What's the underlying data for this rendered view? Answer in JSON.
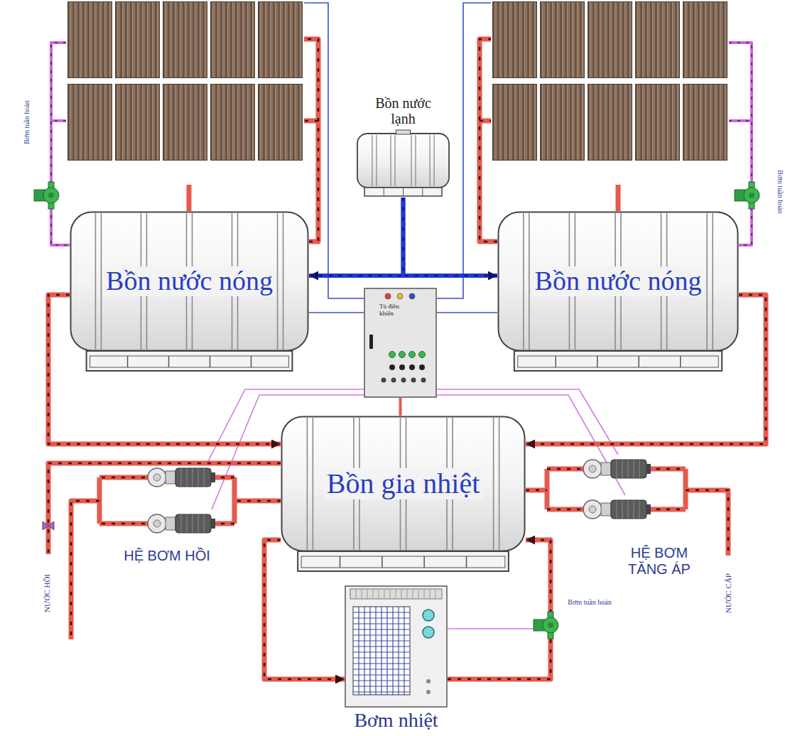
{
  "diagram": {
    "nodes": [
      {
        "text": [
          "Bồn nước lạnh"
        ]
      },
      {
        "text": [
          "Bồn nước nóng"
        ]
      },
      {
        "text": [
          "Tủ điều khiển"
        ]
      },
      {
        "text": [
          "Bồn nước nóng"
        ]
      },
      {
        "text": [
          "Bồn gia nhiệt"
        ]
      },
      {
        "text": [
          "Bơm nhiệt"
        ]
      }
    ],
    "edges": [
      {
        "from": 0,
        "to": 1,
        "arrow": "to"
      },
      {
        "from": 0,
        "to": 3,
        "arrow": "to"
      },
      {
        "from": 1,
        "to": 4,
        "arrow": "to"
      },
      {
        "from": 3,
        "to": 4,
        "arrow": "to"
      },
      {
        "from": 4,
        "to": 5,
        "arrow": "to"
      },
      {
        "from": 5,
        "to": 4,
        "arrow": "to"
      },
      {
        "from": 2,
        "to": 4,
        "arrow": "none"
      },
      {
        "from": 2,
        "to": 1,
        "arrow": "none"
      },
      {
        "from": 2,
        "to": 3,
        "arrow": "none"
      }
    ],
    "labels": [
      "Bơm tuần hoàn",
      "Bơm tuần hoàn",
      "HỆ BƠM HỒI",
      "HỆ BƠM TĂNG ÁP",
      "NƯỚC HỒI",
      "NƯỚC CẤP",
      "Bơm tuần hoàn"
    ]
  }
}
